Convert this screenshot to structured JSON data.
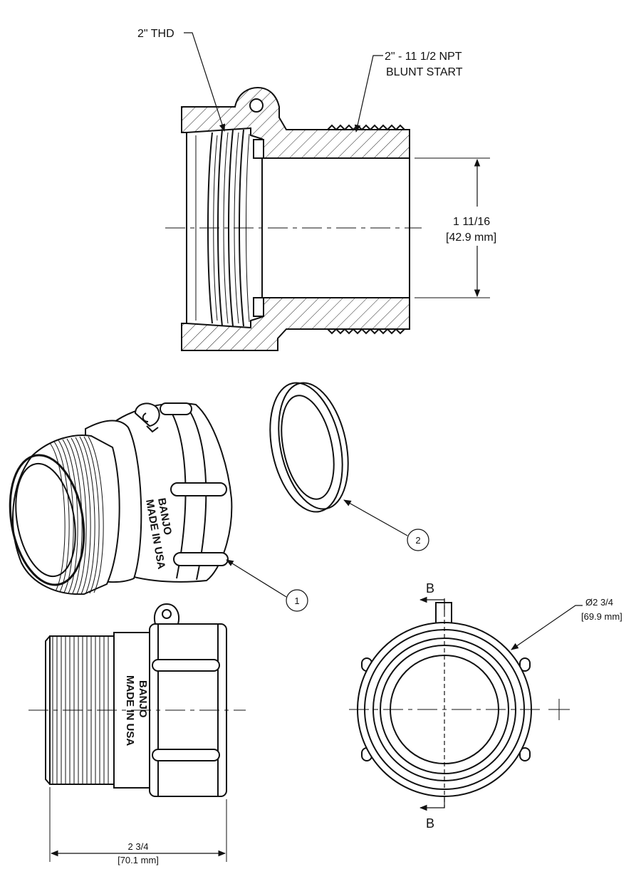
{
  "section_view": {
    "callout_thread_female": "2\" THD",
    "callout_thread_male_line1": "2\" - 11 1/2 NPT",
    "callout_thread_male_line2": "BLUNT START",
    "dim_bore_line1": "1 11/16",
    "dim_bore_line2": "[42.9 mm]"
  },
  "exploded_view": {
    "balloon_1": "1",
    "balloon_2": "2",
    "emboss_line1": "BANJO",
    "emboss_line2": "MADE IN USA"
  },
  "side_view": {
    "emboss_line1": "BANJO",
    "emboss_line2": "MADE IN USA",
    "dim_length_line1": "2 3/4",
    "dim_length_line2": "[70.1 mm]"
  },
  "end_view": {
    "section_mark_top": "B",
    "section_mark_bottom": "B",
    "dim_diameter_line1": "Ø2 3/4",
    "dim_diameter_line2": "[69.9 mm]"
  }
}
